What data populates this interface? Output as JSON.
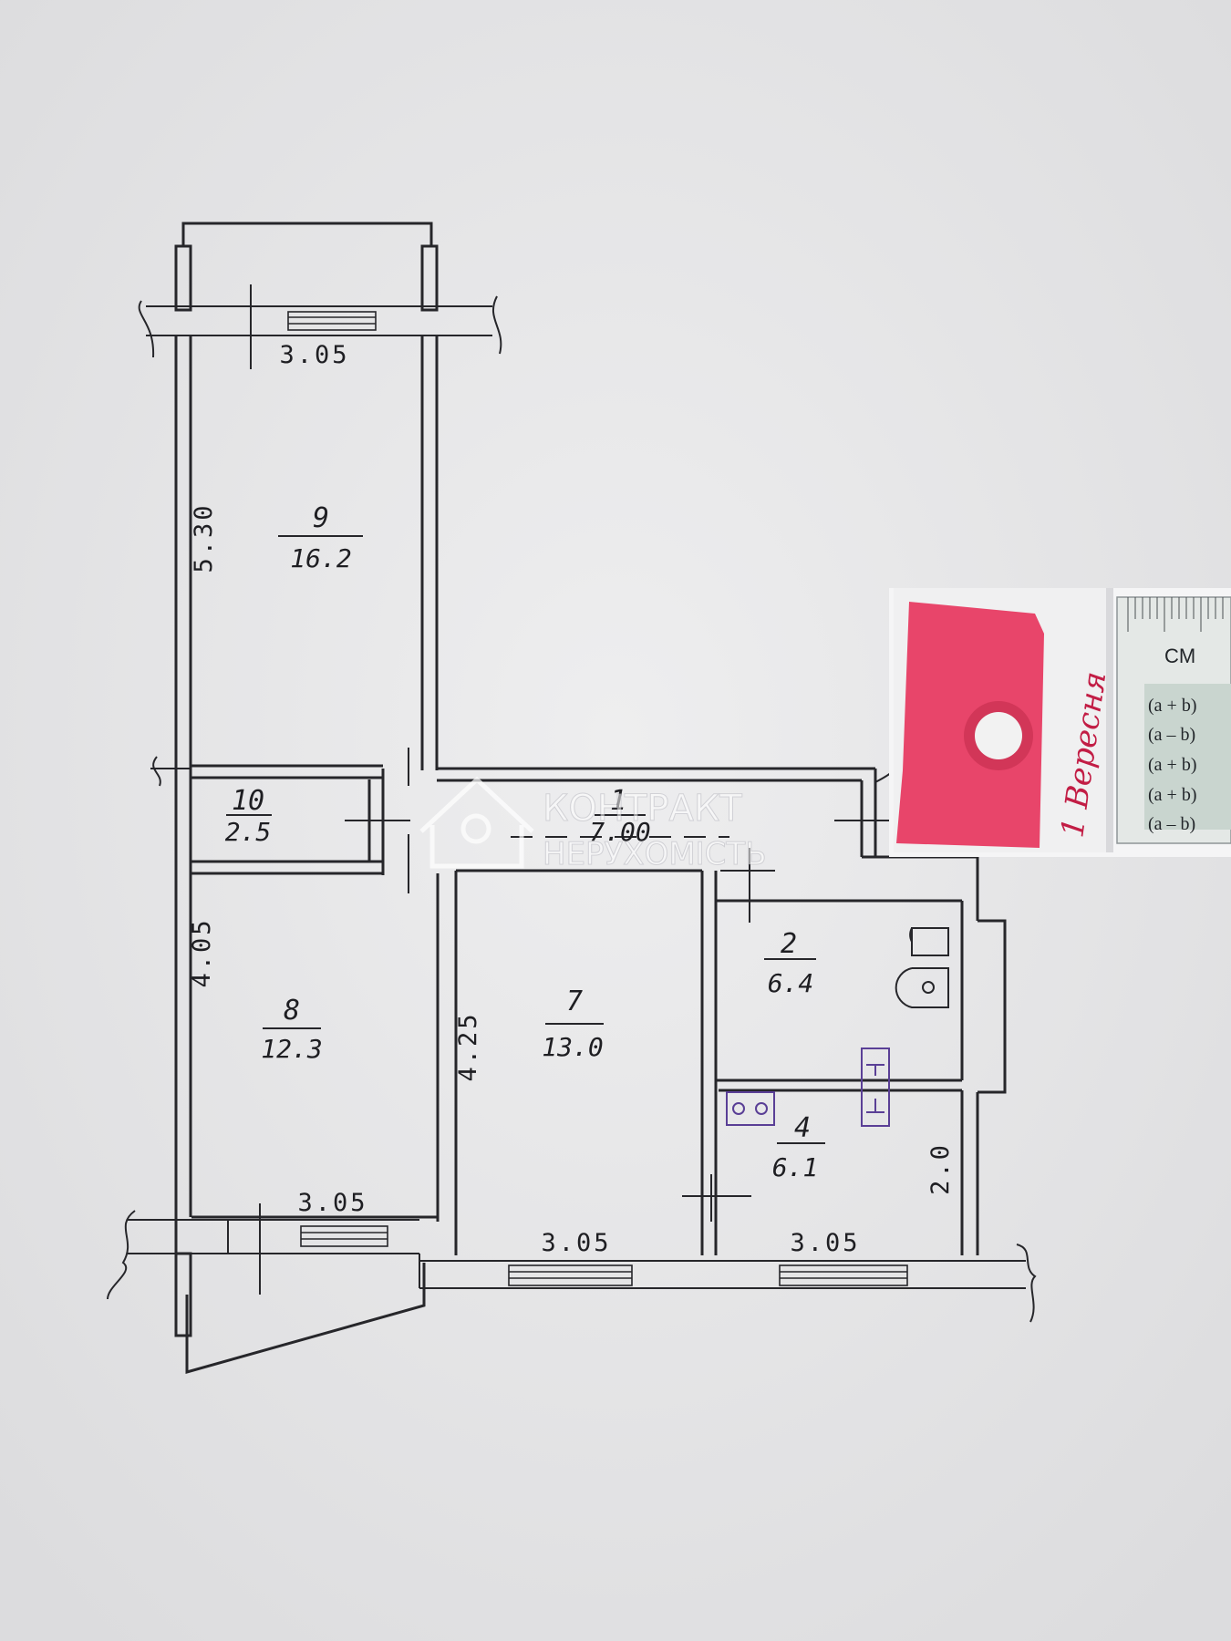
{
  "rooms": [
    {
      "id": "1",
      "area": "7.00"
    },
    {
      "id": "2",
      "area": "6.4"
    },
    {
      "id": "4",
      "area": "6.1"
    },
    {
      "id": "7",
      "area": "13.0"
    },
    {
      "id": "8",
      "area": "12.3"
    },
    {
      "id": "9",
      "area": "16.2"
    },
    {
      "id": "10",
      "area": "2.5"
    }
  ],
  "dimensions": {
    "room9_width": "3.05",
    "room9_length": "5.30",
    "room8_length": "4.05",
    "room8_width": "3.05",
    "room7_length": "4.25",
    "room7_width": "3.05",
    "room4_width": "3.05",
    "room4_length": "2.0"
  },
  "watermark": {
    "line1": "КОНТРАКТ",
    "line2": "НЕРУХОМІСТЬ"
  },
  "sticker": {
    "handwriting": "1 Вересня",
    "ruler_unit": "CM",
    "formulas": [
      "(a + b)",
      "(a – b)",
      "(a + b)",
      "(a + b)",
      "(a – b)"
    ]
  },
  "colors": {
    "paper": "#e9e9ea",
    "ink": "#26262a",
    "stamp": "#5a3f96",
    "sticker_pink": "#e8456a"
  }
}
